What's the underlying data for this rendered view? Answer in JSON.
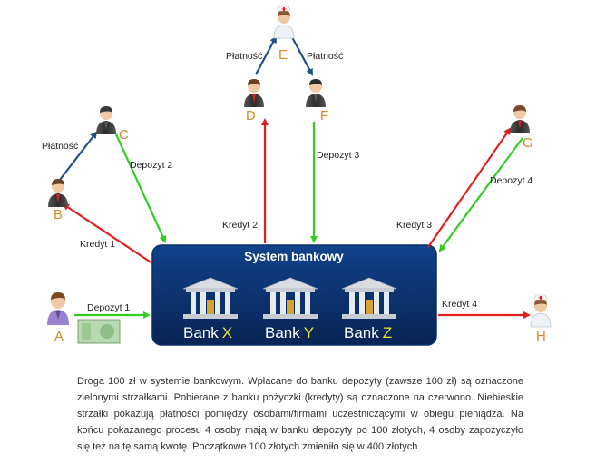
{
  "diagram": {
    "system_title": "System bankowy",
    "banks": [
      {
        "label": "Bank",
        "letter": "X"
      },
      {
        "label": "Bank",
        "letter": "Y"
      },
      {
        "label": "Bank",
        "letter": "Z"
      }
    ],
    "persons": [
      "A",
      "B",
      "C",
      "D",
      "E",
      "F",
      "G",
      "H"
    ],
    "arrows": {
      "deposit_1": "Depozyt 1",
      "deposit_2": "Depozyt 2",
      "deposit_3": "Depozyt 3",
      "deposit_4": "Depozyt 4",
      "credit_1": "Kredyt 1",
      "credit_2": "Kredyt 2",
      "credit_3": "Kredyt 3",
      "credit_4": "Kredyt 4",
      "payment_left": "Płatność",
      "payment_top_left": "Płatność",
      "payment_top_right": "Płatność"
    },
    "colors": {
      "deposit": "#33cc22",
      "credit": "#e02020",
      "payment": "#1e4f8a",
      "system_box": "#0a2f66",
      "letter": "#d08a2a",
      "bank_letter": "#f0e020"
    }
  },
  "caption": "Droga 100 zł w systemie bankowym. Wpłacane do banku depozyty (zawsze 100 zł) są oznaczone zielonymi strzałkami. Pobierane z banku pożyczki (kredyty) są oznaczone na czerwono. Niebieskie strzałki pokazują płatności pomiędzy osobami/firmami uczestniczącymi w obiegu pieniądza. Na końcu pokazanego procesu 4 osoby mają w banku depozyty po 100 złotych, 4 osoby zapożyczyło się też na tę samą kwotę. Początkowe 100 złotych zmieniło się w 400 złotych."
}
